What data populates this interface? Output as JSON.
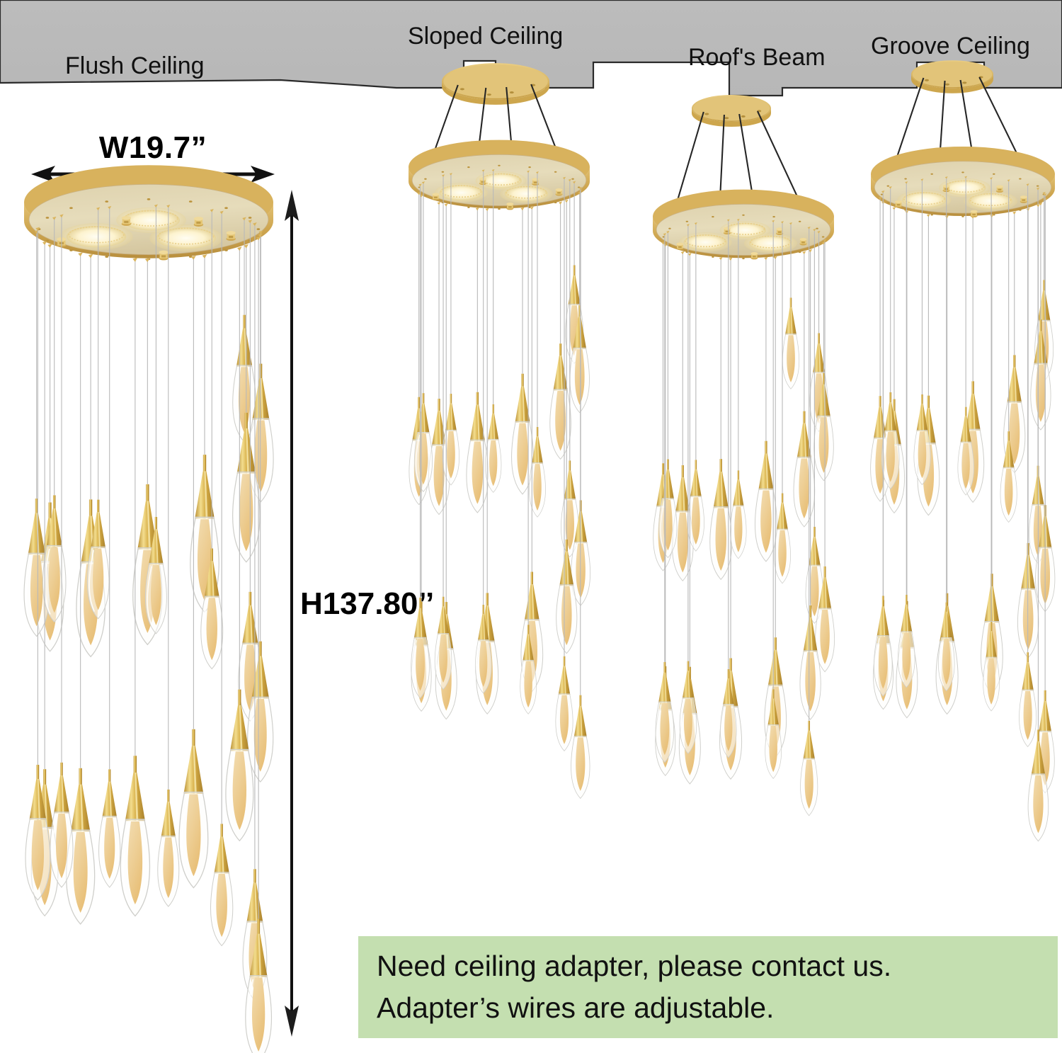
{
  "diagram": {
    "title": "Raindrop spiral chandelier installation options",
    "background_color": "#ffffff",
    "ceiling_color": "#bbbbbb",
    "gold_color": "#d9b25f",
    "note_bg_color": "#c4dfb0"
  },
  "labels": {
    "flush": "Flush Ceiling",
    "sloped": "Sloped Ceiling",
    "beam": "Roof's Beam",
    "groove": "Groove Ceiling"
  },
  "dimensions": {
    "width": "W19.7”",
    "height": "H137.80’’"
  },
  "note": {
    "line1": "Need ceiling adapter, please contact us.",
    "line2": "Adapter’s wires are adjustable."
  },
  "fixtures": [
    {
      "id": "flush",
      "mount": "Flush Ceiling",
      "has_adapter": false
    },
    {
      "id": "sloped",
      "mount": "Sloped Ceiling",
      "has_adapter": true
    },
    {
      "id": "beam",
      "mount": "Roof's Beam",
      "has_adapter": true
    },
    {
      "id": "groove",
      "mount": "Groove Ceiling",
      "has_adapter": true
    }
  ]
}
